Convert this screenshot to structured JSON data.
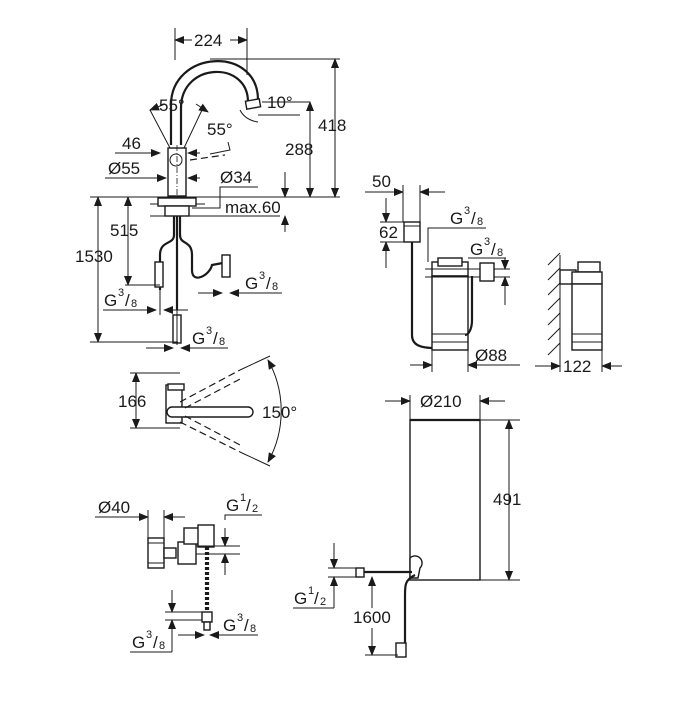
{
  "drawing": {
    "type": "technical dimension drawing",
    "subject": "kitchen faucet with water filter/chiller system",
    "views": {
      "faucet_side": {
        "dims": {
          "spout_reach": "224",
          "head_angle": "10°",
          "total_height": "418",
          "spout_height": "288",
          "lever_angle_left": "55°",
          "lever_angle_right": "55°",
          "lever_width": "46",
          "base_diameter": "Ø55",
          "body_diameter": "Ø34",
          "max_counter_thickness": "max.60",
          "hose_length_inner": "515",
          "hose_length_total": "1530"
        },
        "thread_labels": {
          "left": {
            "G": "G",
            "num": "3",
            "den": "8"
          },
          "right": {
            "G": "G",
            "num": "3",
            "den": "8"
          },
          "bottom": {
            "G": "G",
            "num": "3",
            "den": "8"
          }
        }
      },
      "filter_unit": {
        "dims": {
          "head_width": "50",
          "head_height": "62",
          "filter_diameter": "Ø88",
          "wall_depth": "122"
        },
        "thread_labels": {
          "upper": {
            "G": "G",
            "num": "3",
            "den": "8"
          },
          "lower": {
            "G": "G",
            "num": "3",
            "den": "8"
          }
        }
      },
      "faucet_top": {
        "dims": {
          "depth": "166",
          "swivel_angle": "150°"
        }
      },
      "valve_assembly": {
        "dims": {
          "diameter": "Ø40"
        },
        "thread_labels": {
          "inlet": {
            "G": "G",
            "num": "1",
            "den": "2"
          },
          "outlet_left": {
            "G": "G",
            "num": "3",
            "den": "8"
          },
          "outlet_right": {
            "G": "G",
            "num": "3",
            "den": "8"
          }
        }
      },
      "chiller_tank": {
        "dims": {
          "diameter": "Ø210",
          "height": "491",
          "hose_length": "1600"
        },
        "thread_labels": {
          "inlet": {
            "G": "G",
            "num": "1",
            "den": "2"
          }
        }
      }
    }
  }
}
